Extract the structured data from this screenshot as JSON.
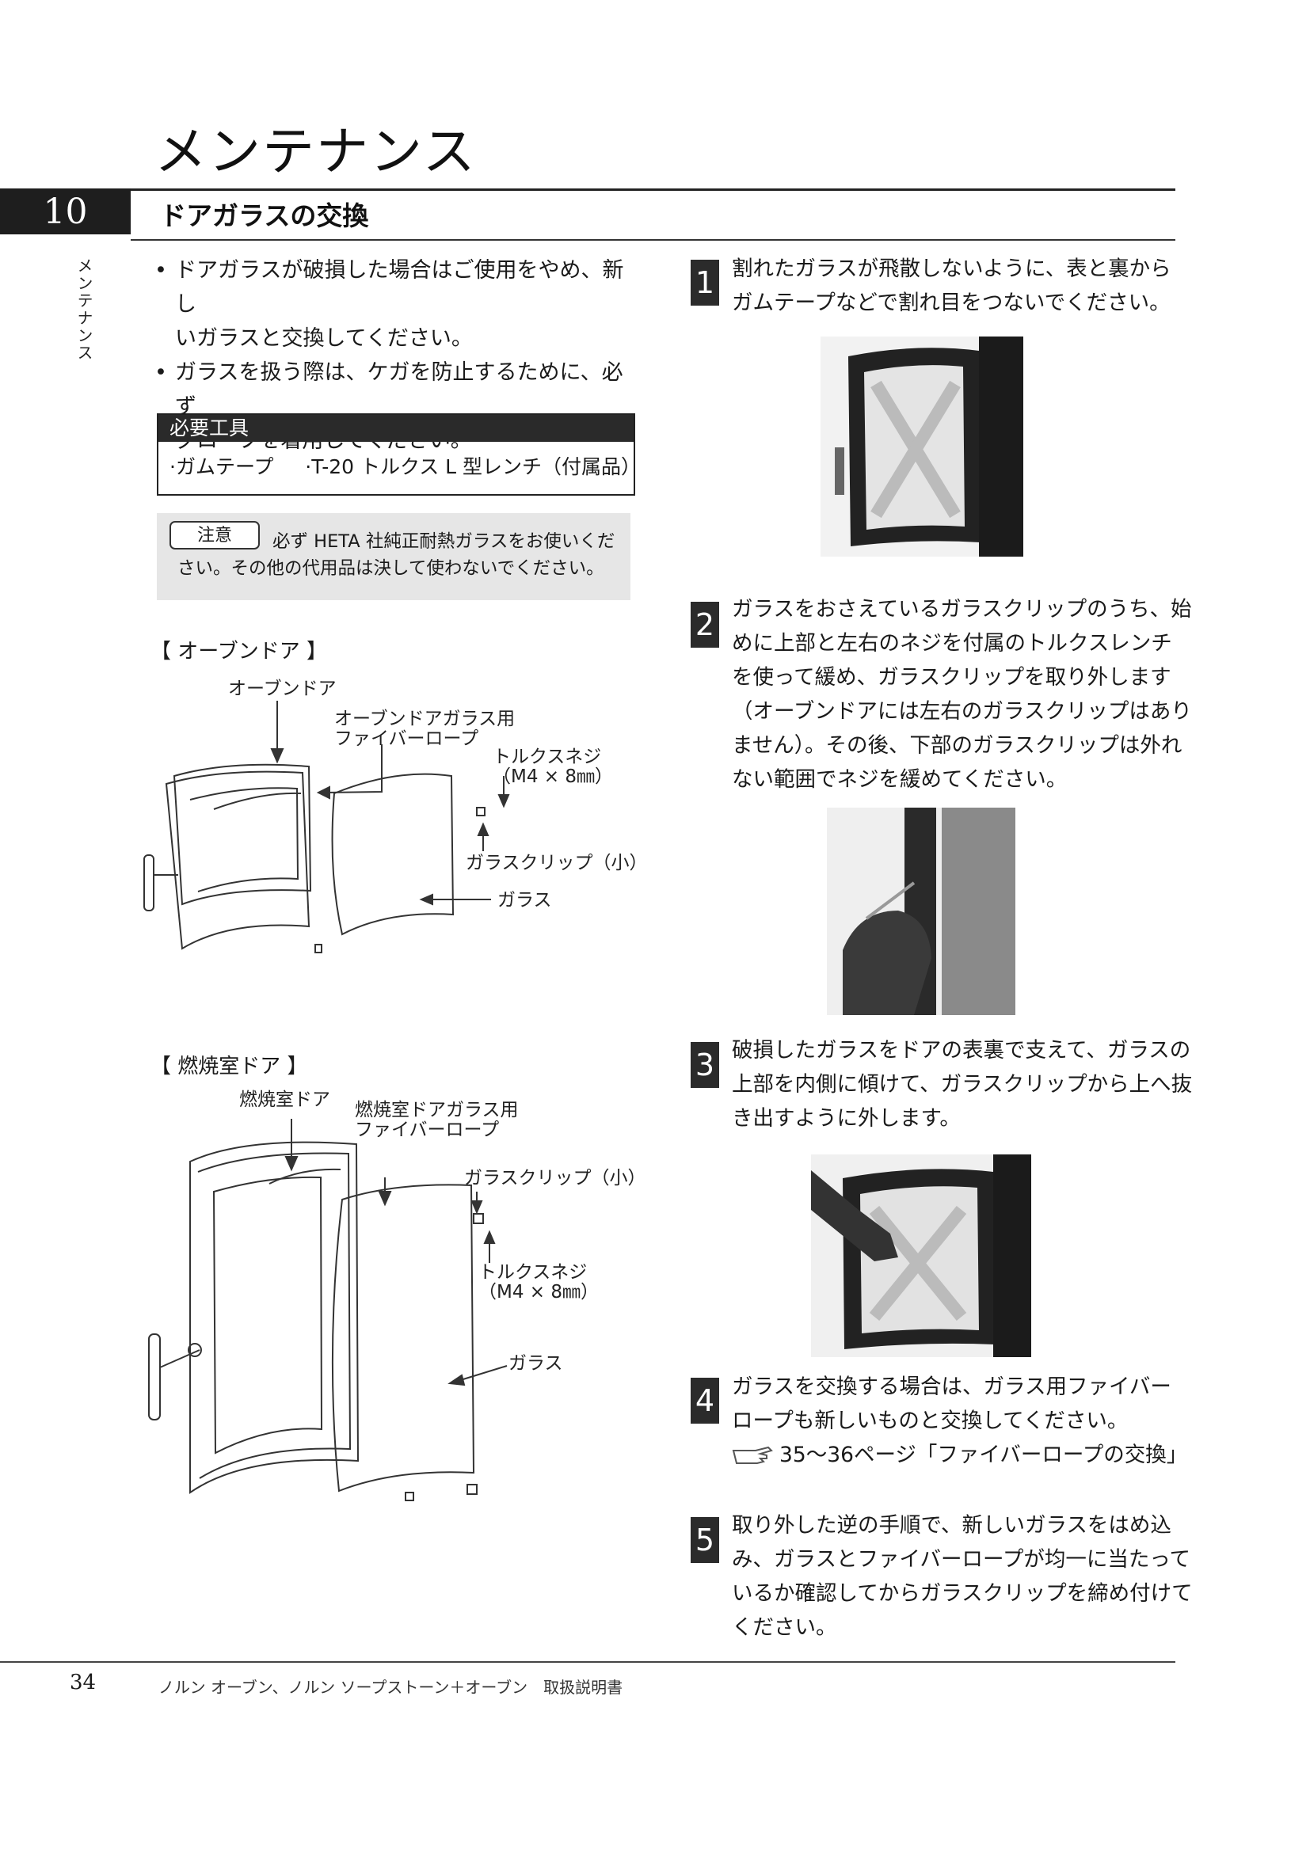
{
  "header": {
    "chapter_title": "メンテナンス",
    "section_number": "10",
    "section_title": "ドアガラスの交換",
    "side_label": "メンテナンス"
  },
  "intro": {
    "bullets": [
      [
        "ドアガラスが破損した場合はご使用をやめ、新し",
        "いガラスと交換してください。"
      ],
      [
        "ガラスを扱う際は、ケガを防止するために、必ず",
        "グローブを着用してください。"
      ]
    ]
  },
  "tools": {
    "heading": "必要工具",
    "items": [
      "·ガムテープ",
      "·T-20 トルクス L 型レンチ（付属品）"
    ]
  },
  "caution": {
    "badge": "注意",
    "line1": "必ず HETA 社純正耐熱ガラスをお使いくだ",
    "line2": "さい。その他の代用品は決して使わないでください。"
  },
  "figure_oven": {
    "heading": "【 オーブンドア 】",
    "label_door": "オーブンドア",
    "label_rope_1": "オーブンドアガラス用",
    "label_rope_2": "ファイバーロープ",
    "label_screw_1": "トルクスネジ",
    "label_screw_2": "（M4 × 8㎜）",
    "label_clip": "ガラスクリップ（小）",
    "label_glass": "ガラス"
  },
  "figure_firebox": {
    "heading": "【 燃焼室ドア 】",
    "label_door": "燃焼室ドア",
    "label_rope_1": "燃焼室ドアガラス用",
    "label_rope_2": "ファイバーロープ",
    "label_clip": "ガラスクリップ（小）",
    "label_screw_1": "トルクスネジ",
    "label_screw_2": "（M4 × 8㎜）",
    "label_glass": "ガラス"
  },
  "steps": [
    {
      "num": "1",
      "lines": [
        "割れたガラスが飛散しないように、表と裏から",
        "ガムテープなどで割れ目をつないでください。"
      ]
    },
    {
      "num": "2",
      "lines": [
        "ガラスをおさえているガラスクリップのうち、始",
        "めに上部と左右のネジを付属のトルクスレンチ",
        "を使って緩め、ガラスクリップを取り外します",
        "（オーブンドアには左右のガラスクリップはあり",
        "ません）。その後、下部のガラスクリップは外れ",
        "ない範囲でネジを緩めてください。"
      ]
    },
    {
      "num": "3",
      "lines": [
        "破損したガラスをドアの表裏で支えて、ガラスの",
        "上部を内側に傾けて、ガラスクリップから上へ抜",
        "き出すように外します。"
      ]
    },
    {
      "num": "4",
      "lines": [
        "ガラスを交換する場合は、ガラス用ファイバー",
        "ロープも新しいものと交換してください。"
      ],
      "ref": "35～36ページ「ファイバーロープの交換」"
    },
    {
      "num": "5",
      "lines": [
        "取り外した逆の手順で、新しいガラスをはめ込",
        "み、ガラスとファイバーロープが均一に当たって",
        "いるか確認してからガラスクリップを締め付けて",
        "ください。"
      ]
    }
  ],
  "footer": {
    "page_number": "34",
    "document_title": "ノルン オーブン、ノルン ソープストーン＋オーブン　取扱説明書"
  }
}
